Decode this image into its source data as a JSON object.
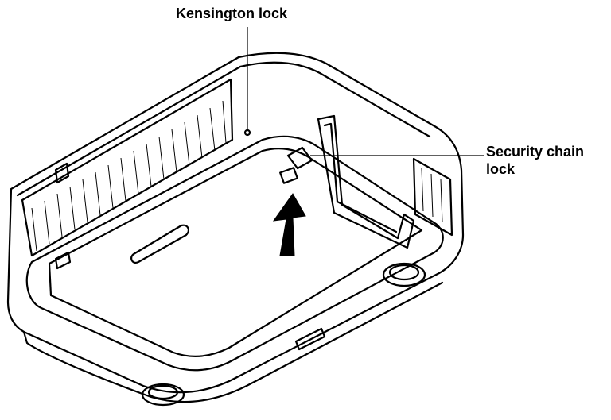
{
  "callouts": {
    "kensington_lock": "Kensington lock",
    "security_chain_lock_line1": "Security chain",
    "security_chain_lock_line2": "lock"
  },
  "colors": {
    "ink": "#000000",
    "paper": "#ffffff"
  },
  "icons": {
    "arrow": "up-arrow-icon"
  }
}
